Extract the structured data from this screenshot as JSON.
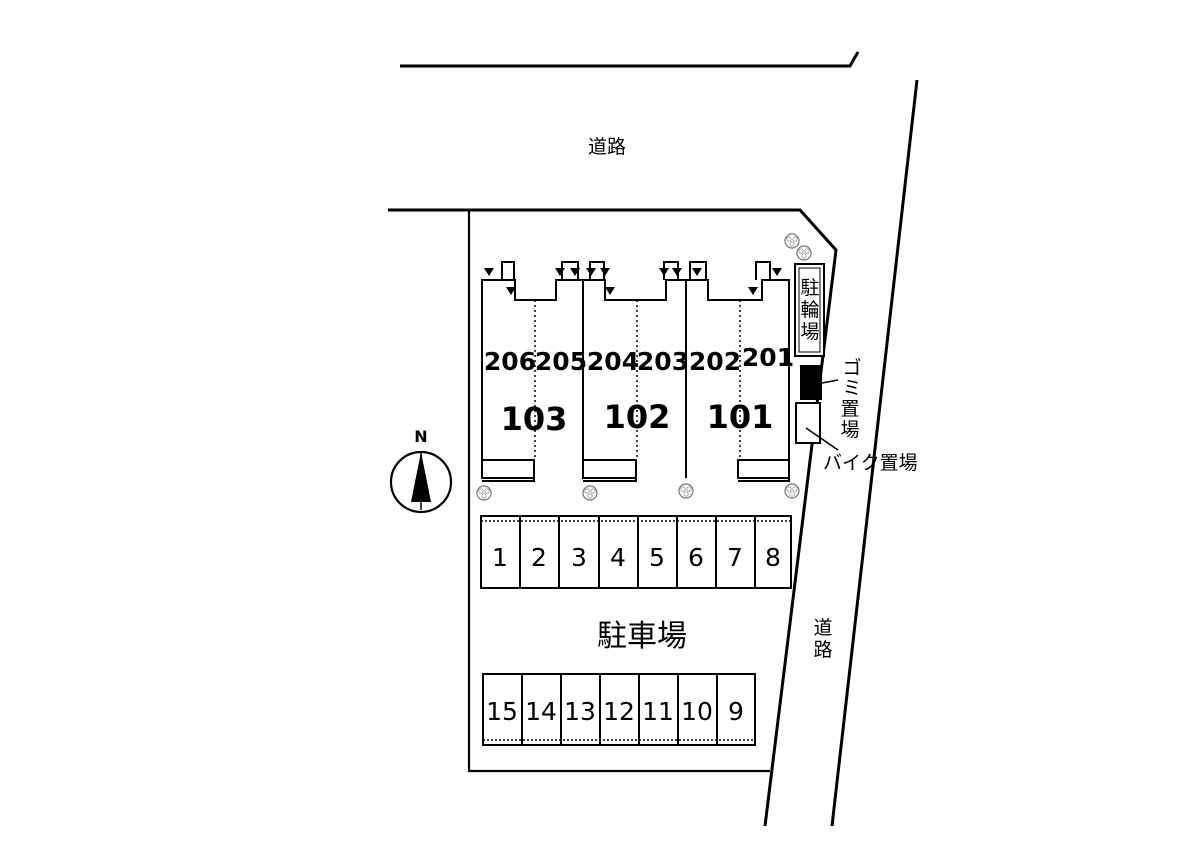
{
  "roads": {
    "top_label": "道路",
    "right_label": [
      "道",
      "路"
    ]
  },
  "compass": {
    "label": "N"
  },
  "building": {
    "upper_units": [
      "206",
      "205",
      "204",
      "203",
      "202",
      "201"
    ],
    "lower_units": [
      "103",
      "102",
      "101"
    ]
  },
  "facilities": {
    "bicycle_parking": [
      "駐",
      "輪",
      "場"
    ],
    "garbage": [
      "ゴ",
      "ミ",
      "置",
      "場"
    ],
    "bike_parking": "バイク置場"
  },
  "parking": {
    "label": "駐車場",
    "row_top": [
      "1",
      "2",
      "3",
      "4",
      "5",
      "6",
      "7",
      "8"
    ],
    "row_bottom": [
      "15",
      "14",
      "13",
      "12",
      "11",
      "10",
      "9"
    ]
  }
}
